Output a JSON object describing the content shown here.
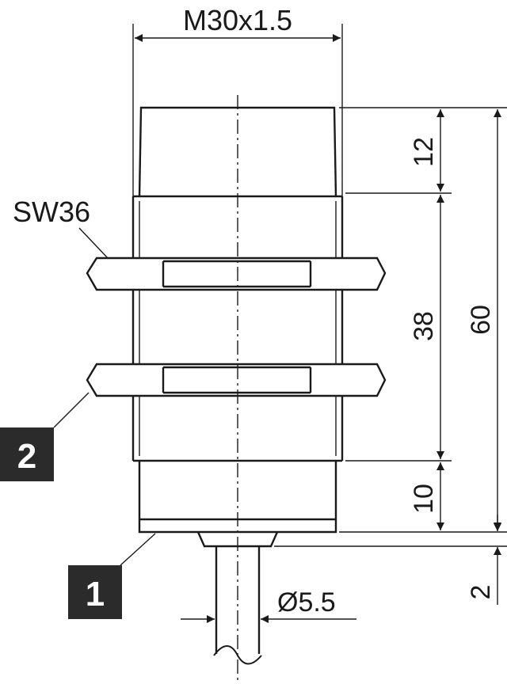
{
  "dimensions": {
    "thread": "M30x1.5",
    "wrench_size": "SW36",
    "front_length": "12",
    "thread_length": "38",
    "total_length": "60",
    "back_length": "10",
    "cable_offset": "2",
    "cable_diameter": "Ø5.5"
  },
  "callouts": {
    "part_1": "1",
    "part_2": "2"
  },
  "colors": {
    "line": "#1a1a1a",
    "badge": "#2b2b2b",
    "badge_text": "#ffffff"
  }
}
